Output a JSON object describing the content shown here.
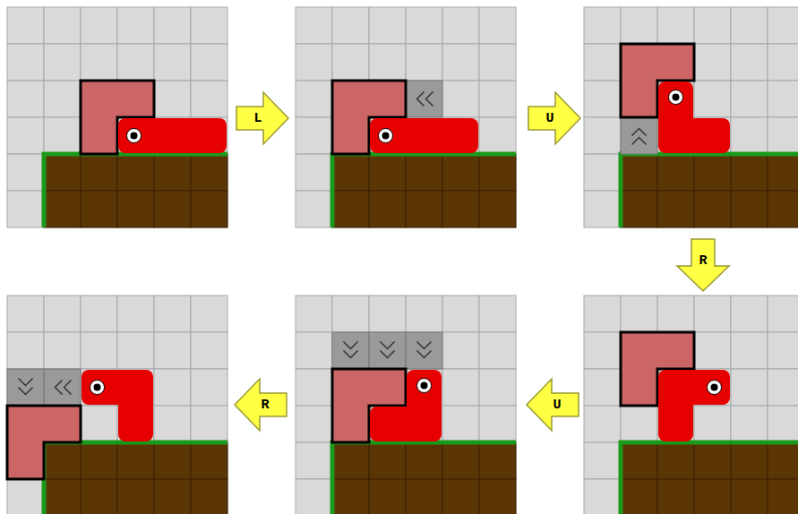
{
  "diagram": {
    "labels": [
      "L",
      "U",
      "R",
      "U",
      "R"
    ]
  }
}
